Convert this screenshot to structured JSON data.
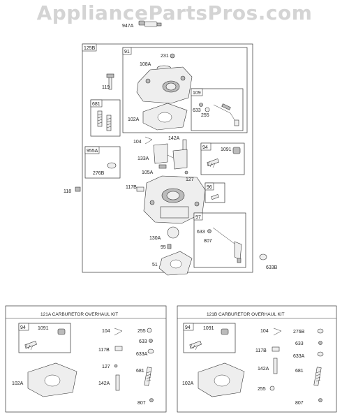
{
  "watermark": "AppliancePartsPros.com",
  "top_part": "947A",
  "main_assembly": {
    "tag": "125B",
    "labels": {
      "p119": "119",
      "p118": "118",
      "p633b": "633B",
      "p231": "231",
      "p108a": "108A",
      "p102a": "102A",
      "p104": "104",
      "p142a": "142A",
      "p133a": "133A",
      "p105a": "105A",
      "p127": "127",
      "p117b": "117B",
      "p130a": "130A",
      "p95": "95",
      "p51": "51"
    },
    "sub_boxes": {
      "b91": "91",
      "b109": "109",
      "b109_633": "633",
      "b109_255": "255",
      "b681": "681",
      "b955a": "955A",
      "b955a_276b": "276B",
      "b94": "94",
      "b94_1091": "1091",
      "b96": "96",
      "b97": "97",
      "b97_633": "633",
      "b97_807": "807"
    }
  },
  "kit_a": {
    "title": "121A CARBURETOR OVERHAUL KIT",
    "box94": "94",
    "box94_part": "1091",
    "labels": {
      "p104": "104",
      "p255": "255",
      "p633": "633",
      "p117b": "117B",
      "p633a": "633A",
      "p127": "127",
      "p681": "681",
      "p102a": "102A",
      "p142a": "142A",
      "p807": "807"
    }
  },
  "kit_b": {
    "title": "121B CARBURETOR OVERHAUL KIT",
    "box94": "94",
    "box94_part": "1091",
    "labels": {
      "p104": "104",
      "p276b": "276B",
      "p633": "633",
      "p117b": "117B",
      "p633a": "633A",
      "p142a": "142A",
      "p681": "681",
      "p102a": "102A",
      "p255": "255",
      "p807": "807"
    }
  }
}
